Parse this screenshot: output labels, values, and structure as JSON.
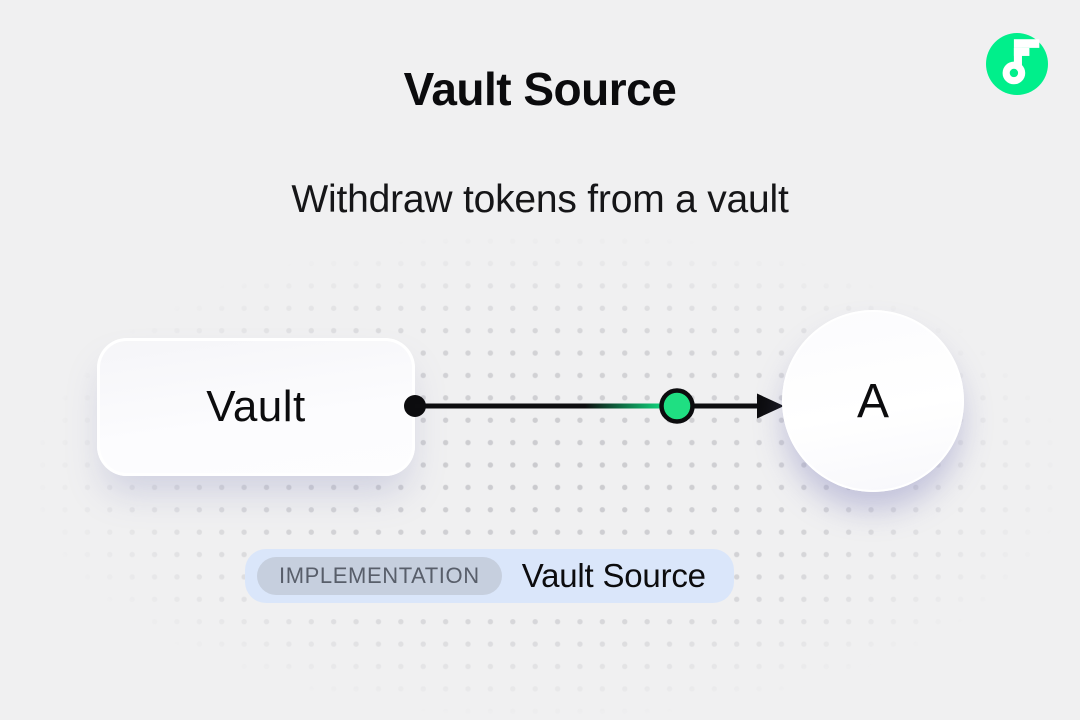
{
  "header": {
    "title": "Vault Source",
    "subtitle": "Withdraw tokens from a vault"
  },
  "logo": {
    "name": "flow-logo",
    "brand_green": "#00EF8B"
  },
  "diagram": {
    "vault_node": {
      "label": "Vault"
    },
    "account_node": {
      "label": "A"
    },
    "edge": {
      "line_color": "#0D0D0F",
      "token_node_color": "#1FDF82",
      "direction": "left-to-right"
    }
  },
  "badge": {
    "tag": "IMPLEMENTATION",
    "label": "Vault Source",
    "bg_color": "#DAE6FA",
    "tag_bg_color": "#C6CFDE",
    "tag_text_color": "#585E6A"
  },
  "colors": {
    "background": "#F0F0F1",
    "dot_grid": "#C7C7CB",
    "text": "#0C0C0E",
    "node_shadow": "rgba(120,122,185,0.38)"
  }
}
